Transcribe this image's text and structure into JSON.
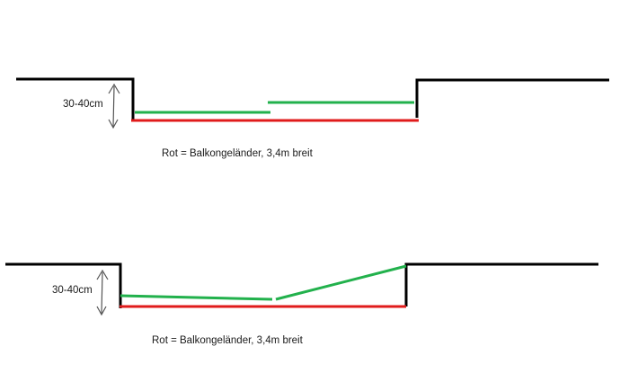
{
  "diagram_1": {
    "height_label": "30-40cm",
    "caption": "Rot = Balkongeländer, 3,4m breit"
  },
  "diagram_2": {
    "height_label": "30-40cm",
    "caption": "Rot = Balkongeländer, 3,4m breit"
  },
  "colors": {
    "wall": "#000000",
    "railing_red": "#e01b1b",
    "board_green": "#22b14c",
    "arrow": "#555555"
  }
}
